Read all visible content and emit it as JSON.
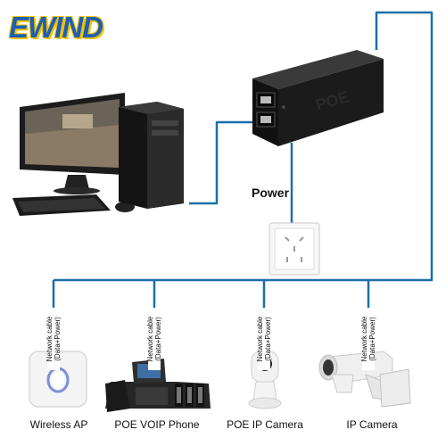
{
  "brand": {
    "logo_text": "EWIND",
    "logo_color": "#1c5fb5",
    "logo_accent": "#f2c100"
  },
  "power_label": "Power",
  "injector_text": "POE",
  "cable": {
    "line1": "Network cable",
    "line2": "(Data+Power)",
    "color": "#1a6fa8"
  },
  "devices": [
    {
      "label": "Wireless AP",
      "icon": "wireless-ap-icon"
    },
    {
      "label": "POE VOIP Phone",
      "icon": "voip-phone-icon"
    },
    {
      "label": "POE IP Camera",
      "icon": "dome-camera-icon"
    },
    {
      "label": "IP Camera",
      "icon": "bullet-camera-icon"
    }
  ]
}
